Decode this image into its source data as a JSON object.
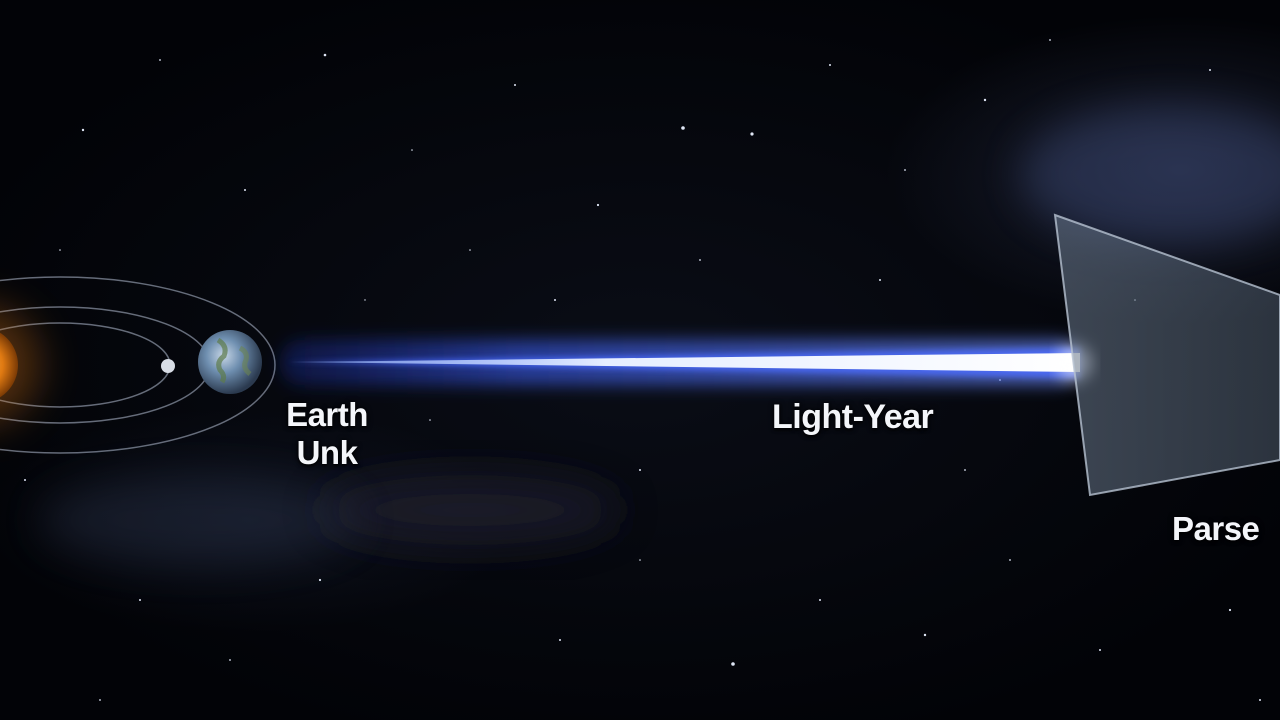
{
  "labels": {
    "earth_line1": "Earth",
    "earth_line2": "Unk",
    "light_year": "Light-Year",
    "parsec": "Parse"
  },
  "colors": {
    "background": "#03050a",
    "beam_core": "#f4f7ff",
    "beam_glow": "#3f63ff",
    "sun": "#e07a12",
    "earth": "#6f8fb0",
    "orbit_lines": "#9aa3b5",
    "parallax_cone": "#5c6a7c"
  }
}
